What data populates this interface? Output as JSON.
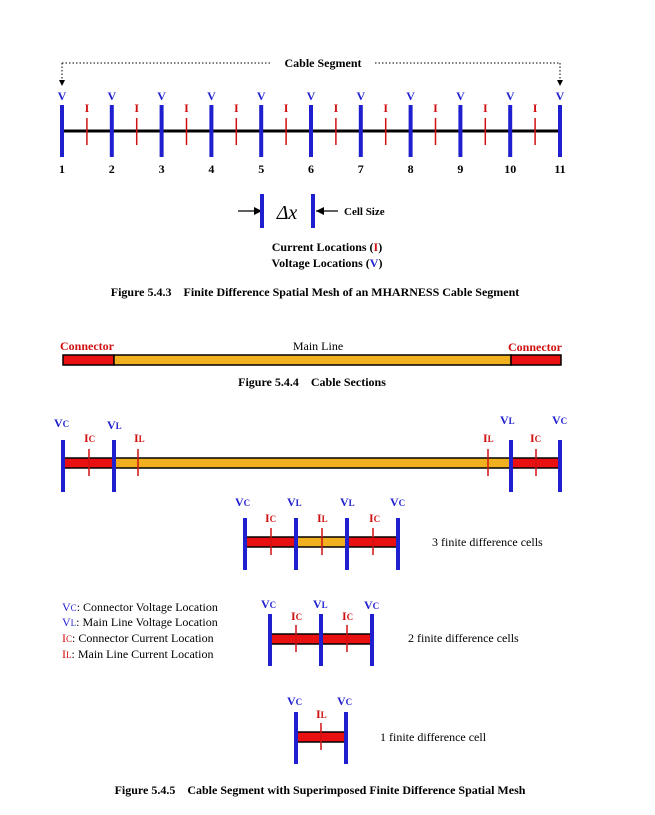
{
  "figure_543": {
    "header_label": "Cable Segment",
    "v_label": "V",
    "i_label": "I",
    "node_numbers": [
      "1",
      "2",
      "3",
      "4",
      "5",
      "6",
      "7",
      "8",
      "9",
      "10",
      "11"
    ],
    "delta_x": "Δx",
    "cell_size": "Cell Size",
    "current_locations_text": "Current Locations (",
    "current_locations_sym": "I",
    "voltage_locations_text": "Voltage Locations (",
    "voltage_locations_sym": "V",
    "close_paren": ")",
    "caption": "Figure 5.4.3    Finite Difference Spatial Mesh of an MHARNESS Cable Segment"
  },
  "figure_544": {
    "connector_left": "Connector",
    "main_line": "Main Line",
    "connector_right": "Connector",
    "caption": "Figure 5.4.4    Cable Sections"
  },
  "figure_545": {
    "v": "V",
    "i": "I",
    "sub_c": "C",
    "sub_l": "L",
    "three_cells": "3 finite difference cells",
    "two_cells": "2 finite difference cells",
    "one_cell": "1 finite difference cell",
    "legend": [
      {
        "sym": "V",
        "sub": "C",
        "text": ": Connector Voltage Location"
      },
      {
        "sym": "V",
        "sub": "L",
        "text": ": Main Line Voltage Location"
      },
      {
        "sym": "I",
        "sub": "C",
        "text": ": Connector Current Location"
      },
      {
        "sym": "I",
        "sub": "L",
        "text": ": Main Line Current Location"
      }
    ],
    "caption": "Figure 5.4.5    Cable Segment with Superimposed Finite Difference Spatial Mesh"
  },
  "colors": {
    "blue": "#1f1fd0",
    "red": "#d01010",
    "orange": "#f0b020",
    "connector_red": "#e81010"
  }
}
